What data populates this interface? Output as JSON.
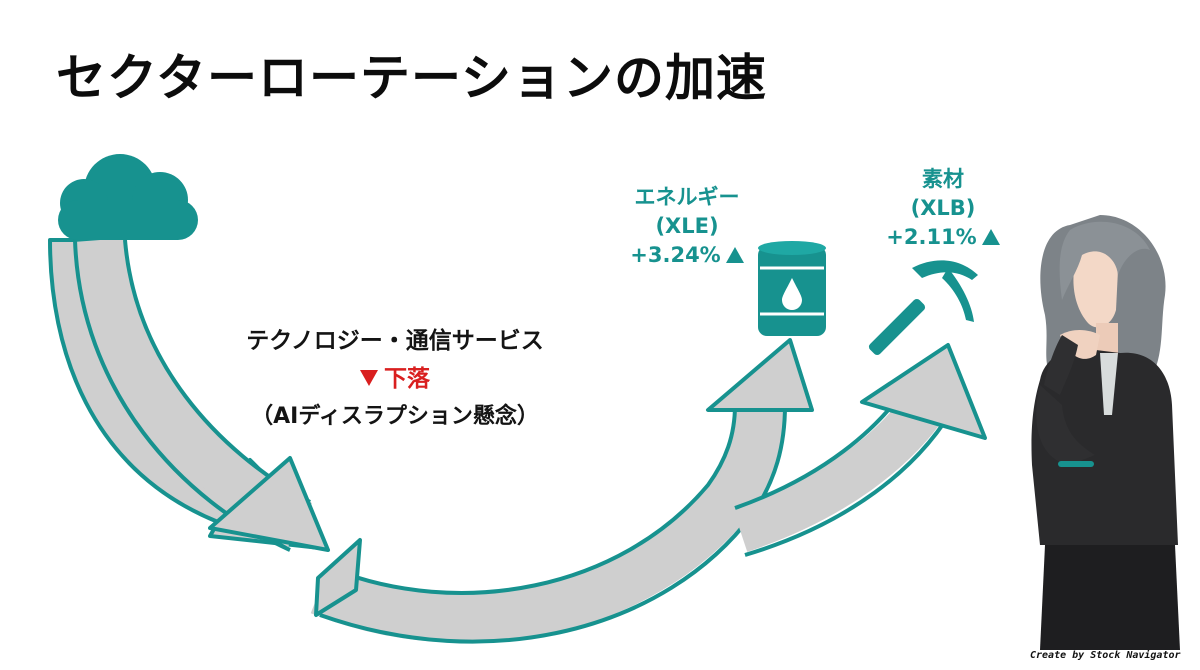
{
  "title": "セクターローテーションの加速",
  "outflow": {
    "sector": "テクノロジー・通信サービス",
    "change": "下落",
    "note": "（AIディスラプション懸念）"
  },
  "inflows": [
    {
      "name": "エネルギー",
      "ticker": "(XLE)",
      "change": "+3.24%",
      "icon": "oil-barrel-icon"
    },
    {
      "name": "素材",
      "ticker": "(XLB)",
      "change": "+2.11%",
      "icon": "pickaxe-icon"
    }
  ],
  "icons": {
    "source": "cloud-icon"
  },
  "colors": {
    "teal": "#17928f",
    "arrow_fill": "#cfcfcf",
    "down_red": "#d91f1f"
  },
  "credit": "Create by Stock Navigator"
}
